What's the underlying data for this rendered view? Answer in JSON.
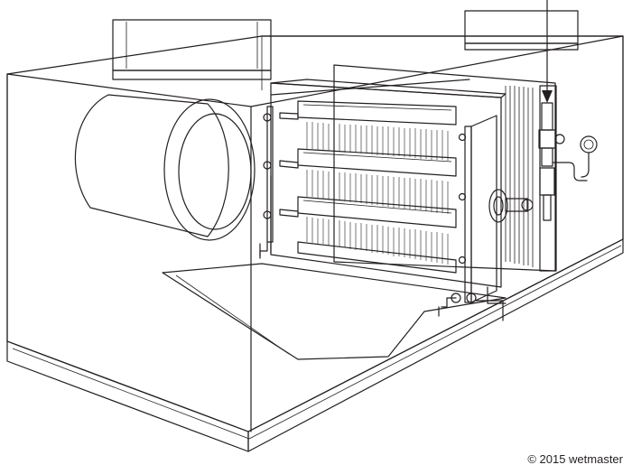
{
  "copyright": "© 2015 wetmaster",
  "colors": {
    "line": "#231f20",
    "housing_fill": "#f3eded",
    "pink_panel": "#f2d6e3",
    "pink_light": "#f7e4ec",
    "floor": "#ece6e6",
    "white": "#ffffff"
  },
  "components": {
    "housing": "air-handling-unit-casing",
    "fan": "blower-fan",
    "humidifier": "steam-humidifier-grid",
    "coil": "heating-coil",
    "valve": "steam-control-valve",
    "gauge": "pressure-gauge",
    "supply_pipe": "steam-supply-pipe"
  }
}
